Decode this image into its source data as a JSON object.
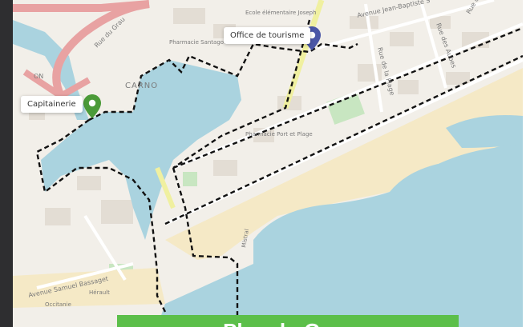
{
  "map": {
    "markers": [
      {
        "label": "Office de tourisme",
        "color": "#4a56a6"
      },
      {
        "label": "Capitainerie",
        "color": "#4b9a38"
      }
    ],
    "street_labels": [
      "Ecole élémentaire Joseph",
      "Avenue Jean-Baptiste S",
      "Rue des Larmes",
      "Rue du Grau",
      "Pharmacie Santagou Tourel",
      "CARNO",
      "ON",
      "Rue de la Plage",
      "Rue des Aubes",
      "Pharmacie Port et Plage",
      "Avenue Samuel Bassaget",
      "Hérault",
      "Occitanie",
      "Mistral"
    ],
    "colors": {
      "water": "#aad3df",
      "land": "#f2efe9",
      "beach": "#f5e9c6",
      "route": "#111111",
      "main_road": "#e8a2a2"
    }
  },
  "banner": {
    "text": "Plan du Grau"
  }
}
